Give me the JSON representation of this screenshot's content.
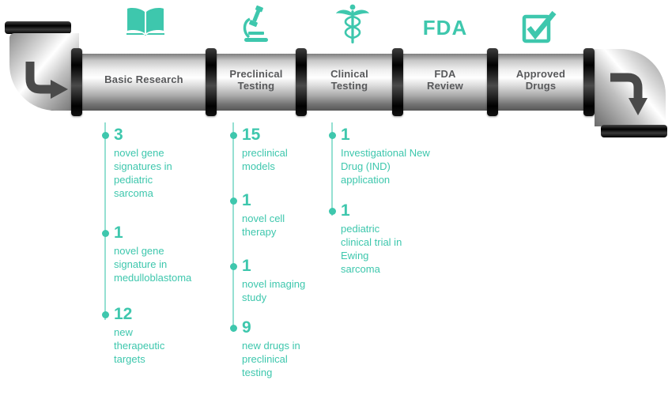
{
  "infographic": {
    "name": "drug development pipeline",
    "accent_color": "#3EC7AD",
    "pipe_label_color": "#58595B"
  },
  "stages": [
    {
      "label": "Basic Research",
      "icon": "open-book-icon",
      "stats": [
        {
          "value": "3",
          "desc": "novel gene signatures in pediatric sarcoma"
        },
        {
          "value": "1",
          "desc": "novel gene signature in medulloblastoma"
        },
        {
          "value": "12",
          "desc": "new therapeutic targets"
        }
      ]
    },
    {
      "label": "Preclinical Testing",
      "icon": "microscope-icon",
      "stats": [
        {
          "value": "15",
          "desc": "preclinical models"
        },
        {
          "value": "1",
          "desc": "novel cell therapy"
        },
        {
          "value": "1",
          "desc": "novel imaging study"
        },
        {
          "value": "9",
          "desc": "new drugs in preclinical testing"
        }
      ]
    },
    {
      "label": "Clinical Testing",
      "icon": "caduceus-icon",
      "stats": [
        {
          "value": "1",
          "desc": "Investigational New Drug (IND) application"
        },
        {
          "value": "1",
          "desc": "pediatric clinical trial in Ewing sarcoma"
        }
      ]
    },
    {
      "label": "FDA Review",
      "icon": "fda-logo",
      "icon_text": "FDA",
      "stats": []
    },
    {
      "label": "Approved Drugs",
      "icon": "checkbox-check-icon",
      "stats": []
    }
  ]
}
